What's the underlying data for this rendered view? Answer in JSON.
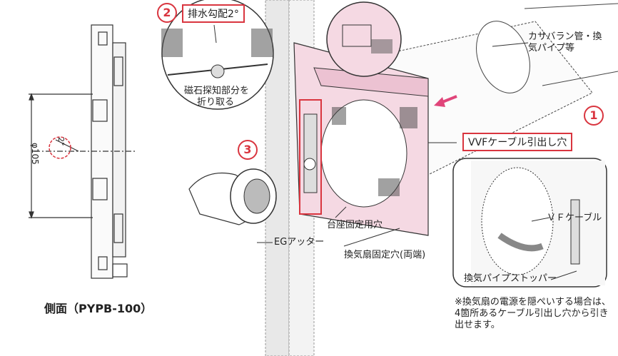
{
  "side_view": {
    "caption": "側面（PYPB-100）",
    "dimension_diameter": "φ105",
    "angle_mark": "2°"
  },
  "callouts": {
    "c1_number": "1",
    "c1_text": "VVFケーブル引出し穴",
    "c2_number": "2",
    "c2_text": "排水勾配2°",
    "c3_number": "3"
  },
  "labels": {
    "pipe": "カサバラン管・換気パイプ等",
    "magnet_1": "磁石探知部分を",
    "magnet_2": "折り取る",
    "eg_cutter": "EGアッター",
    "base_hole": "台座固定用穴",
    "fan_hole": "換気扇固定穴(両端)",
    "vf_cable": "ＶＦケーブル",
    "pipe_stopper": "換気パイプストッパー"
  },
  "note": "※換気扇の電源を隠ぺいする場合は、4箇所あるケーブル引出し穴から引き出せます。",
  "colors": {
    "accent": "#d9353f",
    "pink_fill": "#f5d9e3",
    "arrow": "#e0457a",
    "line": "#333333"
  }
}
